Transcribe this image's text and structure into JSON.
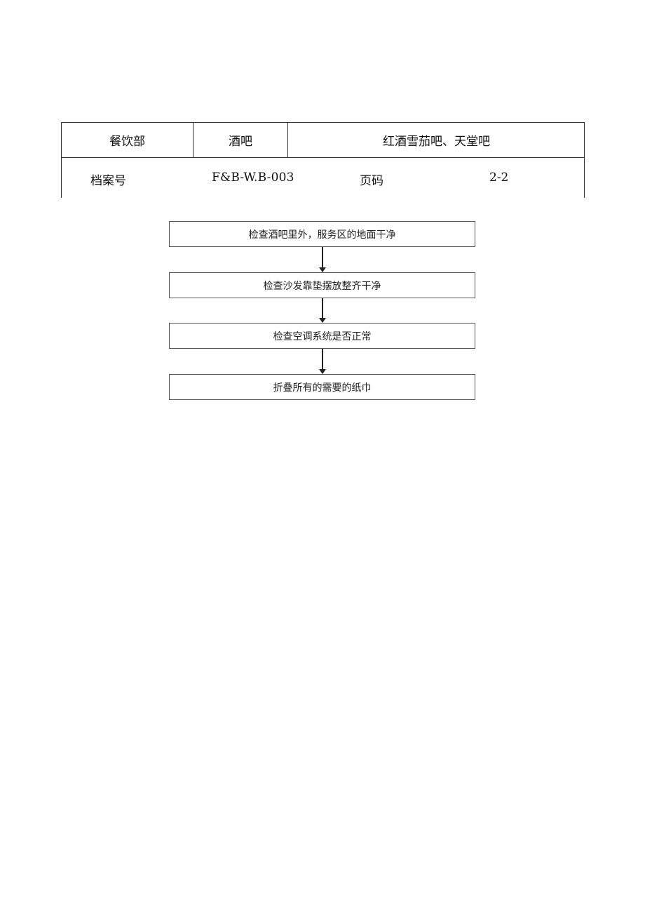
{
  "header": {
    "department": "餐饮部",
    "outlet": "酒吧",
    "venue": "红酒雪茄吧、天堂吧",
    "file_no_label": "档案号",
    "file_no": "F&B-W.B-003",
    "page_label": "页码",
    "page_no": "2-2"
  },
  "flow": {
    "steps": [
      "检查酒吧里外，服务区的地面干净",
      "检查沙发靠垫摆放整齐干净",
      "检查空调系统是否正常",
      "折叠所有的需要的纸巾"
    ]
  }
}
